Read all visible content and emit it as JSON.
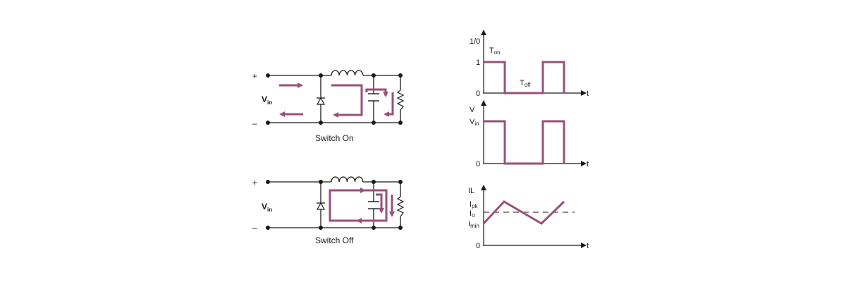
{
  "colors": {
    "wire": "#1a1a1a",
    "current_path": "#9a4f7a",
    "waveform": "#9a4f7a"
  },
  "circuit_on": {
    "plus": "+",
    "minus": "–",
    "vin_main": "V",
    "vin_sub": "in",
    "caption": "Switch On"
  },
  "circuit_off": {
    "plus": "+",
    "minus": "–",
    "vin_main": "V",
    "vin_sub": "in",
    "caption": "Switch Off"
  },
  "plot_switch": {
    "ylabel": "1/0",
    "tick_high": "1",
    "tick_zero": "0",
    "xlabel": "t",
    "ton_main": "T",
    "ton_sub": "on",
    "toff_main": "T",
    "toff_sub": "off"
  },
  "plot_voltage": {
    "ylabel": "V",
    "tick_high_main": "V",
    "tick_high_sub": "in",
    "tick_zero": "0",
    "xlabel": "t"
  },
  "plot_current": {
    "ylabel": "IL",
    "ipk_main": "I",
    "ipk_sub": "pk",
    "io_main": "I",
    "io_sub": "o",
    "imin_main": "I",
    "imin_sub": "min",
    "tick_zero": "0",
    "xlabel": "t"
  }
}
